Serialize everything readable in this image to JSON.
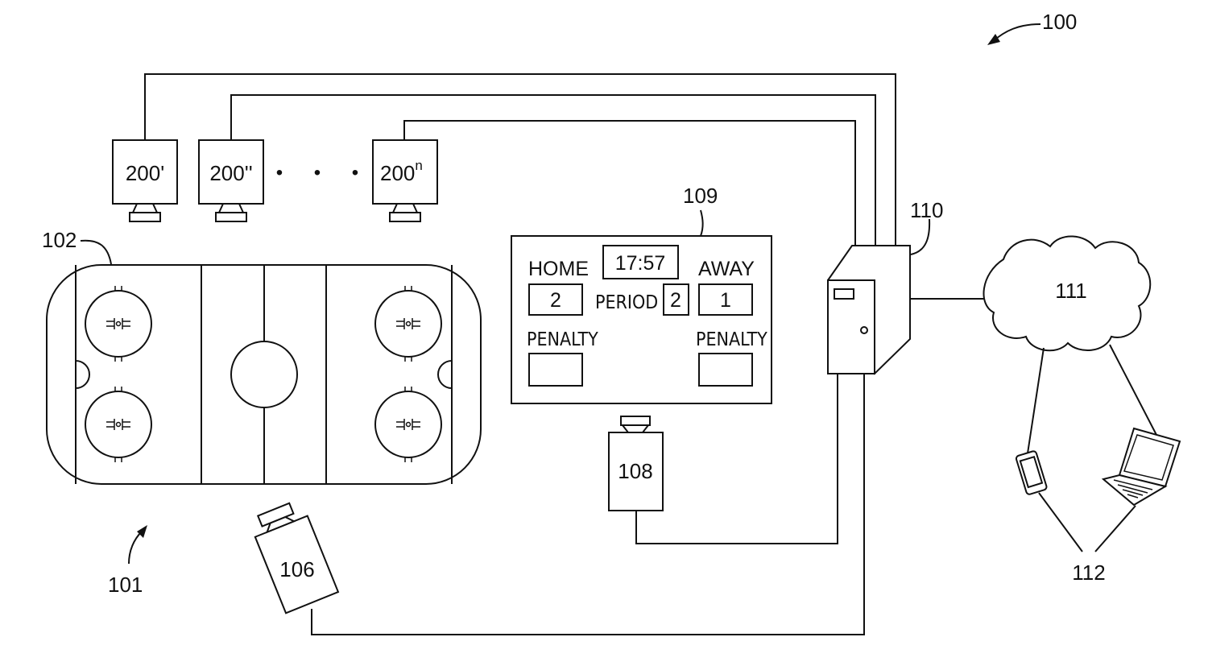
{
  "labels": {
    "system": "100",
    "venue": "101",
    "rink": "102",
    "camera_main": "106",
    "camera_scoreboard": "108",
    "scoreboard": "109",
    "server": "110",
    "network": "111",
    "user_devices": "112",
    "sensor_1": "200'",
    "sensor_2": "200''",
    "sensor_n_base": "200",
    "sensor_n_sup": "n"
  },
  "scoreboard": {
    "home_label": "HOME",
    "away_label": "AWAY",
    "clock": "17:57",
    "home_score": "2",
    "away_score": "1",
    "period_label": "PERIOD",
    "period": "2",
    "home_penalty_label": "PENALTY",
    "away_penalty_label": "PENALTY"
  },
  "ellipsis_dots": [
    "•",
    "•",
    "•"
  ]
}
